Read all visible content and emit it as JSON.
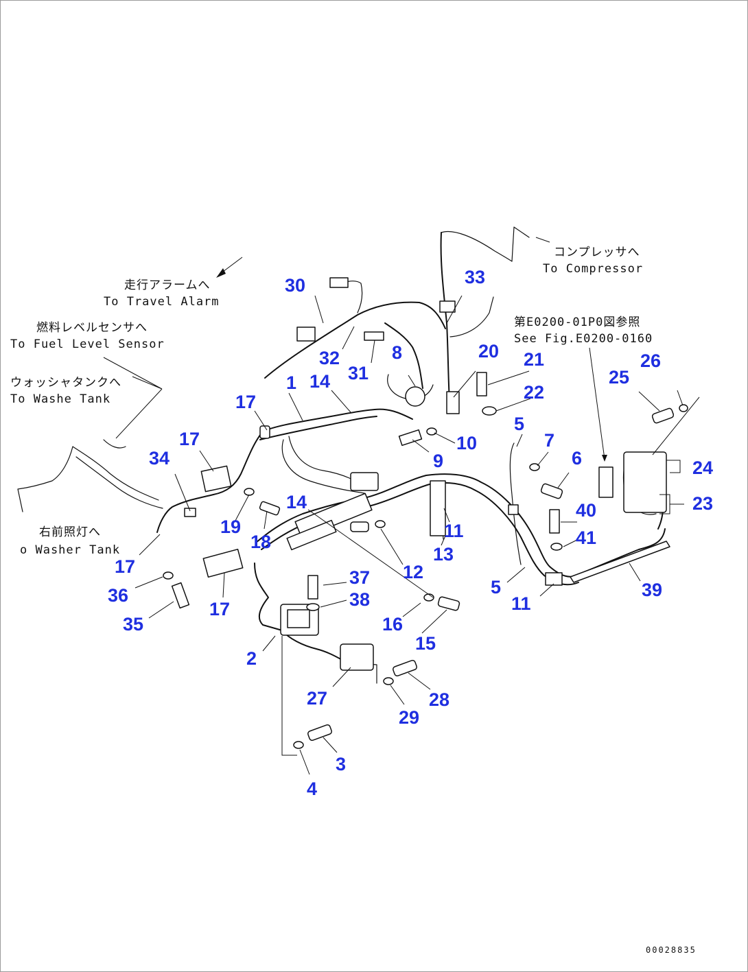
{
  "callouts": {
    "c1": "1",
    "c2": "2",
    "c3": "3",
    "c4": "4",
    "c5a": "5",
    "c5b": "5",
    "c6": "6",
    "c7": "7",
    "c8": "8",
    "c9": "9",
    "c10": "10",
    "c11a": "11",
    "c11b": "11",
    "c12": "12",
    "c13": "13",
    "c14a": "14",
    "c14b": "14",
    "c15": "15",
    "c16": "16",
    "c17a": "17",
    "c17b": "17",
    "c17c": "17",
    "c17d": "17",
    "c18": "18",
    "c19": "19",
    "c20": "20",
    "c21": "21",
    "c22": "22",
    "c23": "23",
    "c24": "24",
    "c25": "25",
    "c26": "26",
    "c27": "27",
    "c28": "28",
    "c29": "29",
    "c30": "30",
    "c31": "31",
    "c32": "32",
    "c33": "33",
    "c34": "34",
    "c35": "35",
    "c36": "36",
    "c37": "37",
    "c38": "38",
    "c39": "39",
    "c40": "40",
    "c41": "41"
  },
  "notes": {
    "travel_alarm_jp": "走行アラームへ",
    "travel_alarm_en": "To Travel Alarm",
    "fuel_level_jp": "燃料レベルセンサへ",
    "fuel_level_en": "To Fuel Level Sensor",
    "washer_tank_jp": "ウォッシャタンクへ",
    "washer_tank_en": "To Washe  Tank",
    "front_lamp_jp": "右前照灯へ",
    "front_lamp_en": "o Washer Tank",
    "compressor_jp": "コンプレッサへ",
    "compressor_en": "To Compressor",
    "ref_fig_jp": "第E0200-01P0図参照",
    "ref_fig_en": "See Fig.E0200-0160"
  },
  "drawing_id": "00028835",
  "colors": {
    "callout": "#1f2fe0",
    "line": "#111111",
    "frame": "#9a9a9a"
  }
}
